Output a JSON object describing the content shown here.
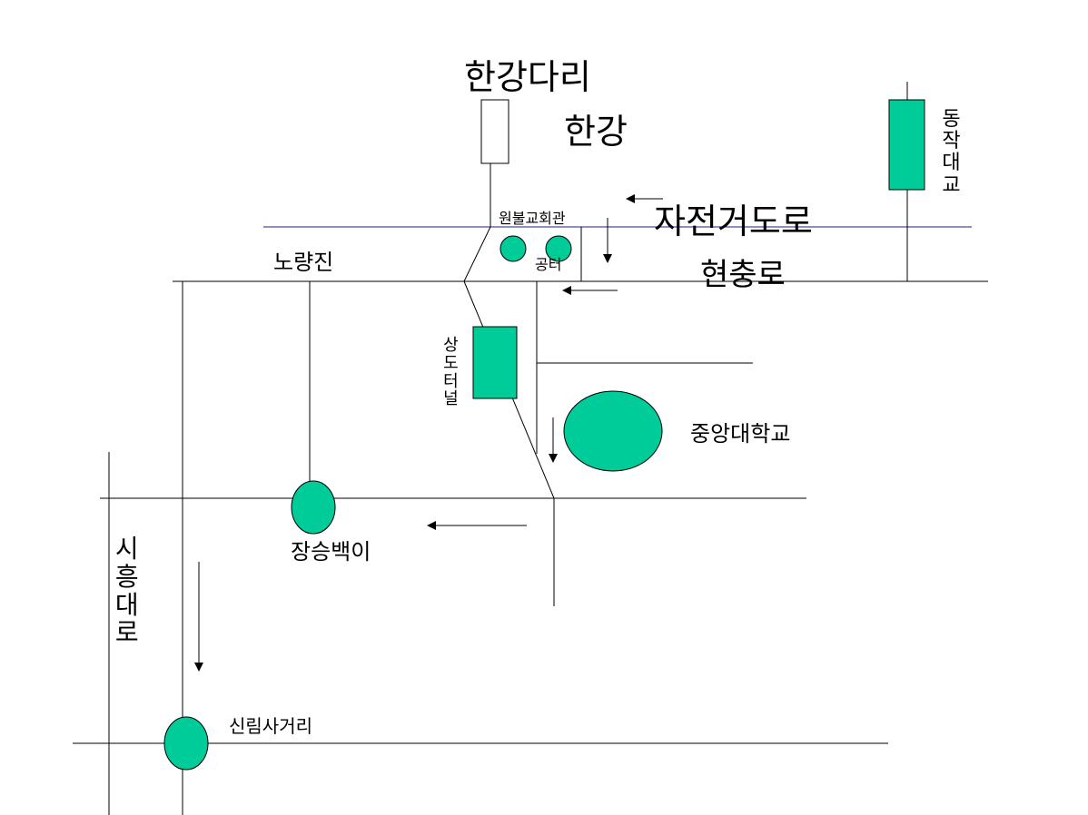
{
  "colors": {
    "landmark_fill": "#00cc99",
    "road": "#000000",
    "bike_path": "#1a1aa0",
    "background": "#ffffff"
  },
  "labels": {
    "hangang_bridge": "한강다리",
    "hangang": "한강",
    "dongjak_bridge": "동작대교",
    "wonbul_hall": "원불교회관",
    "bike_road": "자전거도로",
    "noryangjin": "노량진",
    "park": "공터",
    "hyeonchung_ro": "현충로",
    "sangdo_tunnel": "상도터널",
    "chungang_univ": "중앙대학교",
    "jangseungbaegi": "장승백이",
    "siheung_daero": "시흥대로",
    "sillim_intersection": "신림사거리"
  }
}
